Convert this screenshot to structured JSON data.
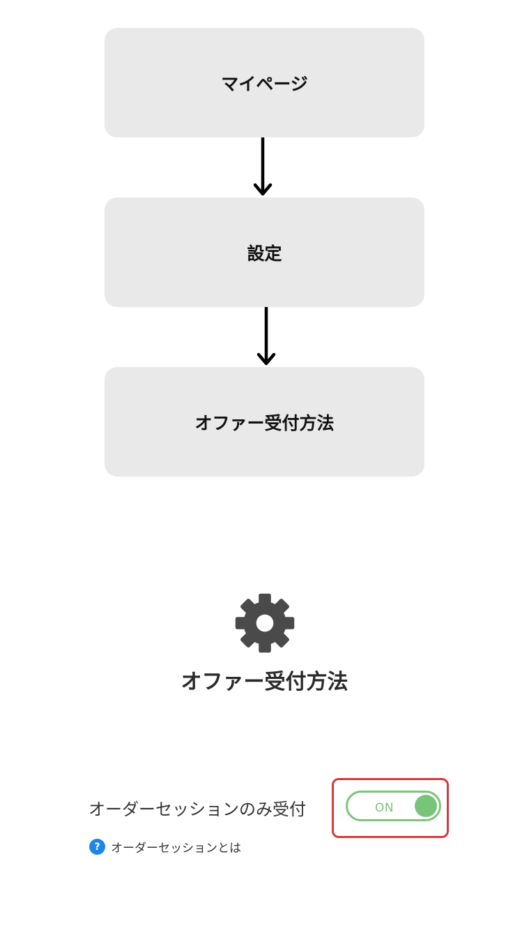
{
  "steps": [
    {
      "label": "マイページ"
    },
    {
      "label": "設定"
    },
    {
      "label": "オファー受付方法"
    }
  ],
  "settings": {
    "icon": "gear-icon",
    "title": "オファー受付方法",
    "option": {
      "label": "オーダーセッションのみ受付",
      "toggle_state": "ON",
      "toggle_on": true
    },
    "help": {
      "icon_glyph": "?",
      "text": "オーダーセッションとは"
    }
  },
  "colors": {
    "step_box_bg": "#e9e9e9",
    "toggle_green": "#7cc47a",
    "highlight_red": "#d6393f",
    "help_blue": "#1b86e6",
    "gear_gray": "#4a4a4a"
  }
}
